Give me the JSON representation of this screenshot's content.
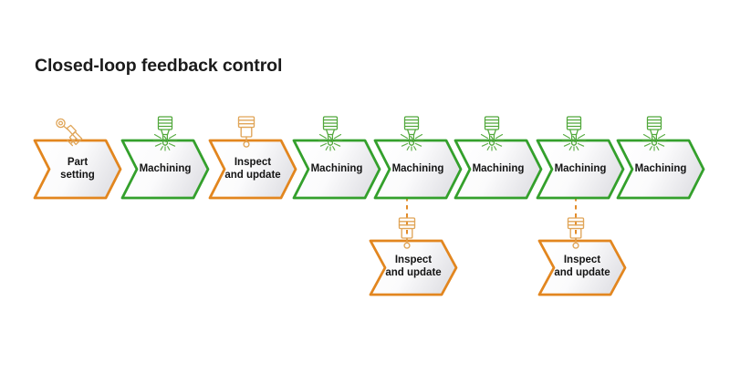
{
  "title": "Closed-loop feedback control",
  "colors": {
    "orange": "#E2861F",
    "green": "#34A02C",
    "icon_orange": "#E0A558",
    "icon_green": "#52A83C",
    "text": "#141414",
    "background": "#FFFFFF",
    "fill_light": "#FFFFFF",
    "fill_shade": "#E9E9EC",
    "connector_orange": "#E2861F"
  },
  "chart_data": {
    "type": "diagram",
    "title": "Closed-loop feedback control",
    "layout": "horizontal process chevron flow with feedback branches",
    "main_sequence": [
      {
        "index": 1,
        "label": "Part\nsetting",
        "color": "orange",
        "icon": "part-setting-probe-icon"
      },
      {
        "index": 2,
        "label": "Machining",
        "color": "green",
        "icon": "milling-cutter-icon"
      },
      {
        "index": 3,
        "label": "Inspect\nand update",
        "color": "orange",
        "icon": "touch-probe-icon"
      },
      {
        "index": 4,
        "label": "Machining",
        "color": "green",
        "icon": "milling-cutter-icon"
      },
      {
        "index": 5,
        "label": "Machining",
        "color": "green",
        "icon": "milling-cutter-icon"
      },
      {
        "index": 6,
        "label": "Machining",
        "color": "green",
        "icon": "milling-cutter-icon"
      },
      {
        "index": 7,
        "label": "Machining",
        "color": "green",
        "icon": "milling-cutter-icon"
      },
      {
        "index": 8,
        "label": "Machining",
        "color": "green",
        "icon": "milling-cutter-icon"
      }
    ],
    "branches": [
      {
        "from_index": 5,
        "label": "Inspect\nand update",
        "color": "orange",
        "icon": "touch-probe-icon",
        "connector": "dashed-vertical"
      },
      {
        "from_index": 7,
        "label": "Inspect\nand update",
        "color": "orange",
        "icon": "touch-probe-icon",
        "connector": "dashed-vertical"
      }
    ]
  },
  "nodes": {
    "n1": {
      "label": "Part\nsetting"
    },
    "n2": {
      "label": "Machining"
    },
    "n3": {
      "label": "Inspect\nand update"
    },
    "n4": {
      "label": "Machining"
    },
    "n5": {
      "label": "Machining"
    },
    "n6": {
      "label": "Machining"
    },
    "n7": {
      "label": "Machining"
    },
    "n8": {
      "label": "Machining"
    },
    "b1": {
      "label": "Inspect\nand update"
    },
    "b2": {
      "label": "Inspect\nand update"
    }
  }
}
